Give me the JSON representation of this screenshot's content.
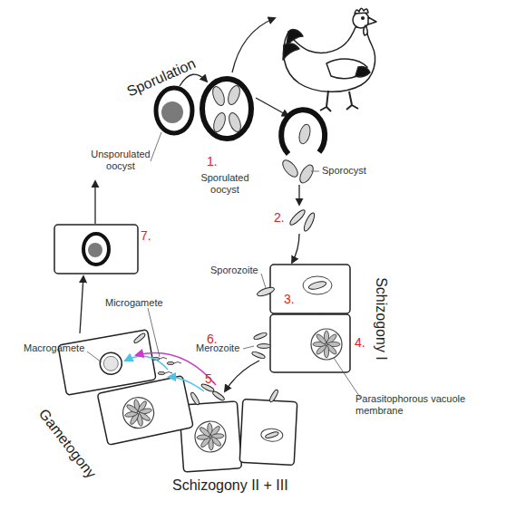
{
  "diagram": {
    "labels": [
      "Sporulation",
      "Unsporulated oocyst",
      "1.",
      "Sporulated oocyst",
      "Sporocyst",
      "2.",
      "Sporozoite",
      "3.",
      "Schizogony I",
      "Merozoite",
      "4.",
      "Parasitophorous vacuole membrane",
      "5.",
      "Schizogony II + III",
      "6.",
      "Microgamete",
      "Macrogamete",
      "Gametogony",
      "7."
    ]
  }
}
